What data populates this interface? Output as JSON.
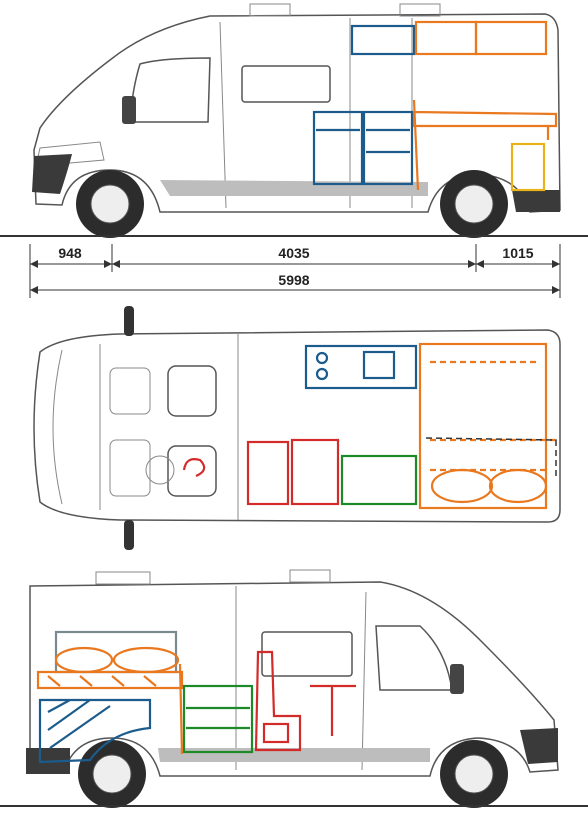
{
  "colors": {
    "orange": "#e9781f",
    "blue": "#1c5c8c",
    "green": "#1d8a2a",
    "red": "#d32a2a",
    "yellow": "#e8b41a",
    "gray": "#7a8a90"
  },
  "dimensions": {
    "front_overhang": "948",
    "wheelbase": "4035",
    "rear_overhang": "1015",
    "overall_length": "5998"
  },
  "views": [
    "side-left",
    "top",
    "side-right"
  ]
}
